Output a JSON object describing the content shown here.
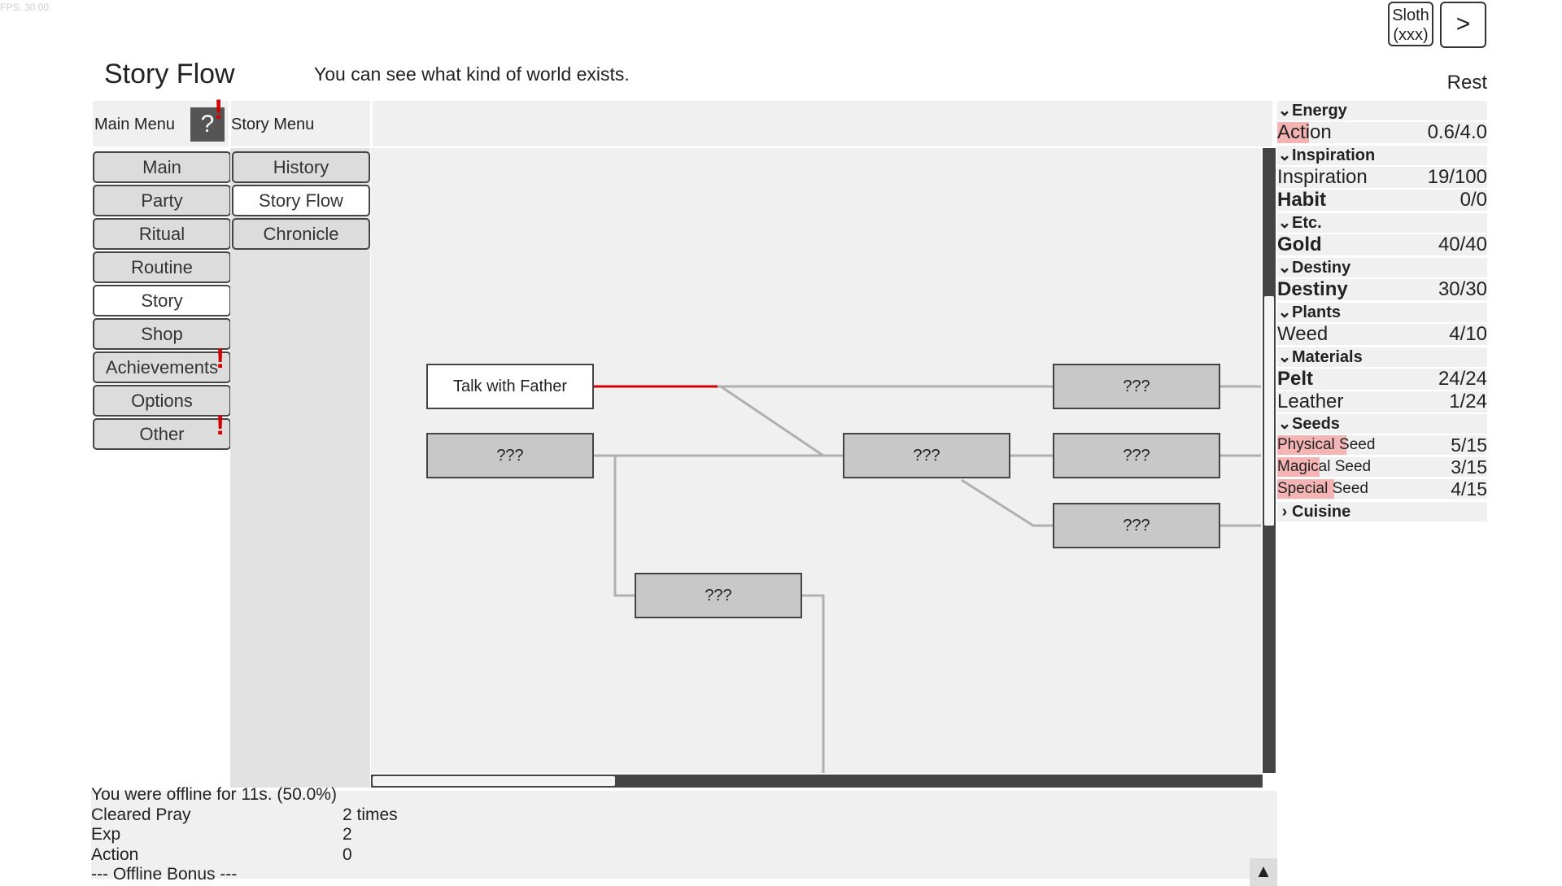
{
  "fps": "FPS: 30.00",
  "top_controls": {
    "sloth_line1": "Sloth",
    "sloth_line2": "(xxx)",
    "next_label": ">"
  },
  "page": {
    "title": "Story Flow",
    "description": "You can see what kind of world exists.",
    "rest_label": "Rest"
  },
  "main_menu": {
    "label": "Main Menu",
    "help_label": "?",
    "items": [
      {
        "label": "Main"
      },
      {
        "label": "Party"
      },
      {
        "label": "Ritual"
      },
      {
        "label": "Routine"
      },
      {
        "label": "Story"
      },
      {
        "label": "Shop"
      },
      {
        "label": "Achievements"
      },
      {
        "label": "Options"
      },
      {
        "label": "Other"
      }
    ]
  },
  "story_menu": {
    "label": "Story Menu",
    "items": [
      {
        "label": "History"
      },
      {
        "label": "Story Flow"
      },
      {
        "label": "Chronicle"
      }
    ]
  },
  "alert_mark": "!",
  "flow_nodes": [
    {
      "label": "Talk with Father"
    },
    {
      "label": "???"
    },
    {
      "label": "???"
    },
    {
      "label": "???"
    },
    {
      "label": "???"
    },
    {
      "label": "???"
    },
    {
      "label": "???"
    }
  ],
  "resources": {
    "energy": {
      "group": "Energy",
      "action_name": "Action",
      "action_value": "0.6/4.0",
      "action_fill": 0.15
    },
    "inspiration": {
      "group": "Inspiration",
      "inspiration_name": "Inspiration",
      "inspiration_value": "19/100",
      "habit_name": "Habit",
      "habit_value": "0/0"
    },
    "etc": {
      "group": "Etc.",
      "gold_name": "Gold",
      "gold_value": "40/40"
    },
    "destiny": {
      "group": "Destiny",
      "destiny_name": "Destiny",
      "destiny_value": "30/30"
    },
    "plants": {
      "group": "Plants",
      "weed_name": "Weed",
      "weed_value": "4/10"
    },
    "materials": {
      "group": "Materials",
      "pelt_name": "Pelt",
      "pelt_value": "24/24",
      "leather_name": "Leather",
      "leather_value": "1/24"
    },
    "seeds": {
      "group": "Seeds",
      "physical_name": "Physical Seed",
      "physical_value": "5/15",
      "physical_fill": 0.33,
      "magical_name": "Magical Seed",
      "magical_value": "3/15",
      "magical_fill": 0.2,
      "special_name": "Special Seed",
      "special_value": "4/15",
      "special_fill": 0.27
    },
    "cuisine": {
      "group": "Cuisine"
    }
  },
  "icons": {
    "expanded": "chevron-down-icon",
    "collapsed": "chevron-right-icon",
    "expand_log": "triangle-up-icon"
  },
  "log": {
    "lines": [
      {
        "label": "You were offline for 11s. (50.0%)",
        "value": ""
      },
      {
        "label": "Cleared Pray",
        "value": "2 times"
      },
      {
        "label": "Exp",
        "value": "2"
      },
      {
        "label": "Action",
        "value": "0"
      },
      {
        "label": "--- Offline Bonus ---",
        "value": ""
      }
    ]
  },
  "colors": {
    "accent_red": "#d40000",
    "resource_bar": "#f4b4b4",
    "panel_bg": "#f0f0f0"
  }
}
